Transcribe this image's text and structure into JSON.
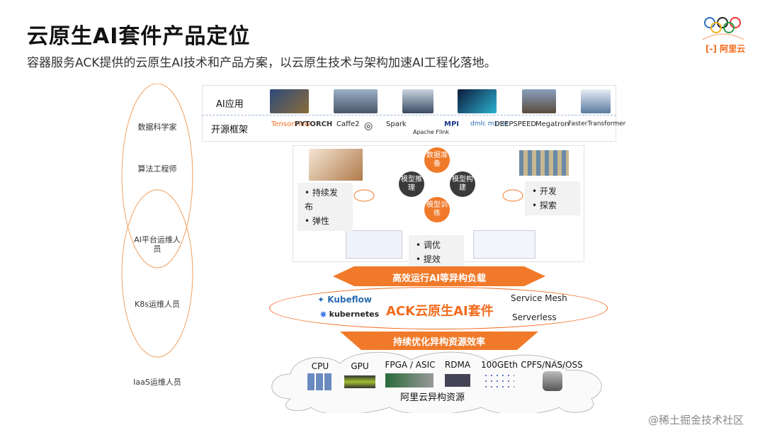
{
  "header": {
    "title": "云原生AI套件产品定位",
    "subtitle": "容器服务ACK提供的云原生AI技术和产品方案，以云原生技术与架构加速AI工程化落地。"
  },
  "logo": {
    "text": "阿里云",
    "brand_color": "#f26b1d"
  },
  "roles": [
    "数据科学家",
    "算法工程师",
    "AI平台运维人员",
    "K8s运维人员",
    "IaaS运维人员"
  ],
  "top": {
    "ai_app_label": "AI应用",
    "framework_label": "开源框架",
    "frameworks": [
      "TensorFlow",
      "PYTORCH",
      "Caffe2",
      "Spark",
      "Apache Flink",
      "MPI",
      "dmlc mxnet",
      "DEEPSPEED",
      "Megatron",
      "FasterTransformer"
    ]
  },
  "lifecycle": {
    "nodes": [
      "数据准备",
      "模型构建",
      "模型训练",
      "模型推理"
    ],
    "left_bullets": [
      "持续发布",
      "弹性"
    ],
    "right_bullets": [
      "开发",
      "探索"
    ],
    "bottom_bullets": [
      "调优",
      "提效"
    ]
  },
  "arrows": {
    "upper": "高效运行AI等异构负载",
    "lower": "持续优化异构资源效率"
  },
  "ack": {
    "title": "ACK云原生AI套件",
    "kubeflow": "Kubeflow",
    "kubernetes": "kubernetes",
    "service_mesh": "Service Mesh",
    "serverless": "Serverless"
  },
  "resources": {
    "items": [
      "CPU",
      "GPU",
      "FPGA / ASIC",
      "RDMA",
      "100GEth",
      "CPFS/NAS/OSS"
    ],
    "cloud_label": "阿里云异构资源"
  },
  "watermark": "@稀土掘金技术社区",
  "colors": {
    "accent": "#f26b1d",
    "node_orange": "#f07a2a",
    "node_dark": "#3a3a3a"
  }
}
